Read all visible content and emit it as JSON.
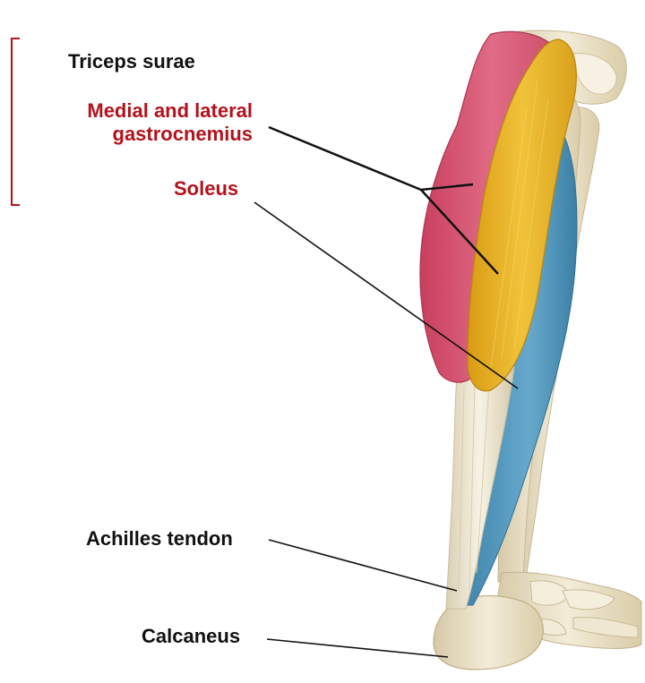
{
  "labels": {
    "triceps": "Triceps surae",
    "gastro_line1": "Medial and lateral",
    "gastro_line2": "gastrocnemius",
    "soleus": "Soleus",
    "achilles": "Achilles tendon",
    "calcaneus": "Calcaneus"
  },
  "colors": {
    "label_red": "#b3121c",
    "label_black": "#111111",
    "gastrocnemius": "#d95673",
    "soleus": "#e7b524",
    "deep_muscle": "#4f95bc",
    "bone": "#ece3cc",
    "tendon": "#efe9d6"
  }
}
